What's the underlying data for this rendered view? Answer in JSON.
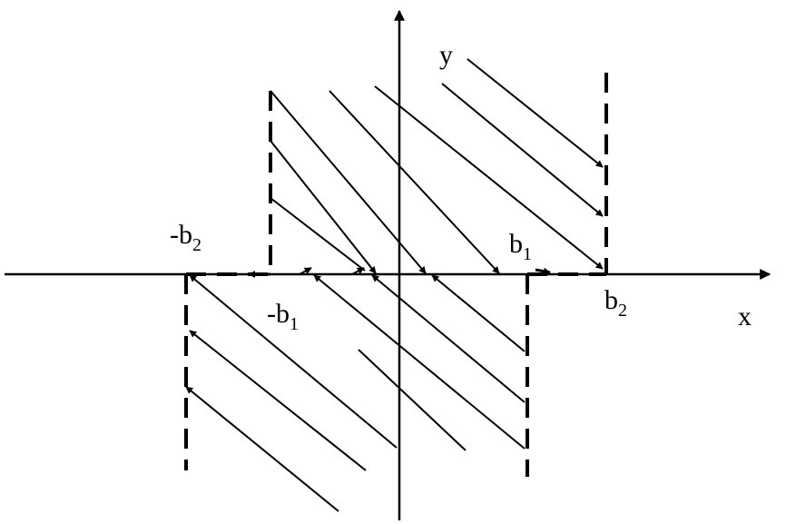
{
  "labels": {
    "x_axis": "x",
    "y_axis": "y",
    "neg_b2": {
      "base": "-b",
      "sub": "2"
    },
    "neg_b1": {
      "base": "-b",
      "sub": "1"
    },
    "b1": {
      "base": "b",
      "sub": "1"
    },
    "b2": {
      "base": "b",
      "sub": "2"
    }
  },
  "colors": {
    "stroke": "#000000",
    "background": "#ffffff"
  }
}
